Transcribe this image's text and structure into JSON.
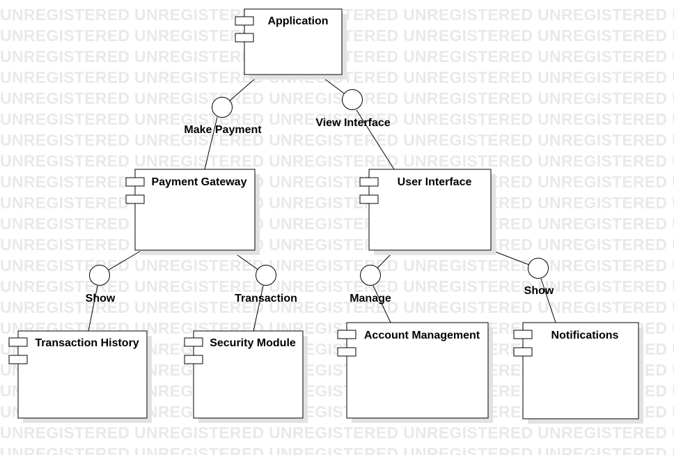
{
  "watermark": {
    "text": "UNREGISTERED"
  },
  "diagram": {
    "components": [
      {
        "id": "application",
        "name": "Application"
      },
      {
        "id": "payment-gateway",
        "name": "Payment Gateway"
      },
      {
        "id": "user-interface",
        "name": "User Interface"
      },
      {
        "id": "transaction-history",
        "name": "Transaction History"
      },
      {
        "id": "security-module",
        "name": "Security Module"
      },
      {
        "id": "account-management",
        "name": "Account Management"
      },
      {
        "id": "notifications",
        "name": "Notifications"
      }
    ],
    "interfaces": [
      {
        "id": "make-payment",
        "label": "Make Payment"
      },
      {
        "id": "view-interface",
        "label": "View Interface"
      },
      {
        "id": "show-history",
        "label": "Show"
      },
      {
        "id": "transaction",
        "label": "Transaction"
      },
      {
        "id": "manage",
        "label": "Manage"
      },
      {
        "id": "show-notifications",
        "label": "Show"
      }
    ]
  }
}
